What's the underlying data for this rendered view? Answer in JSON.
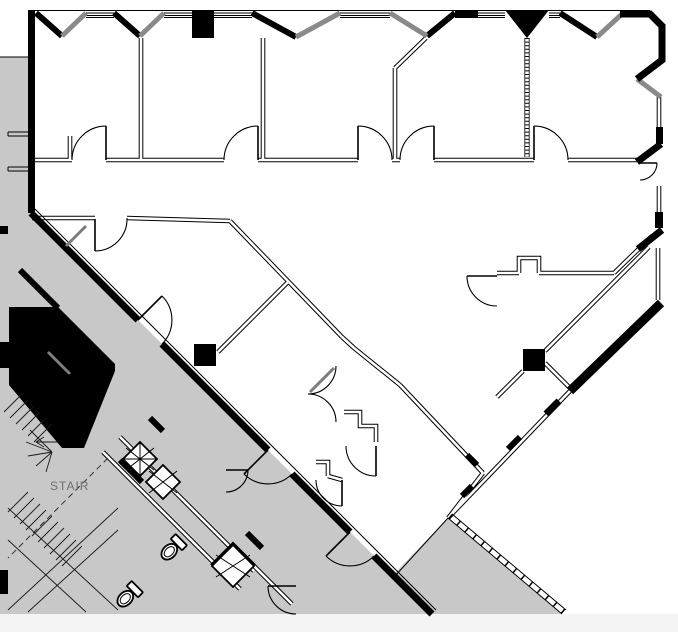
{
  "meta": {
    "title": "Architectural floor plan — partial floor with stair and elevator core"
  },
  "labels": {
    "stair": "STAIR"
  },
  "colors": {
    "shade": "#c8c8c8",
    "wall": "#000000",
    "mullion_gray": "#8a8a8a",
    "label_gray": "#6f6f6f",
    "paper": "#ffffff",
    "margin_strip": "#f4f4f4"
  },
  "icons": {
    "elevator_shaft": "x-braced-shaft-icon",
    "toilet": "toilet-icon",
    "stair_treads": "stair-treads-icon",
    "direction_arrow": "arrow-icon",
    "column": "column-marker",
    "door_swing": "door-swing-arc"
  },
  "features": {
    "offices_top_row": 5,
    "door_swings_visible": 18,
    "elevator_shafts": 3,
    "toilets": 2,
    "columns_square": 4
  }
}
